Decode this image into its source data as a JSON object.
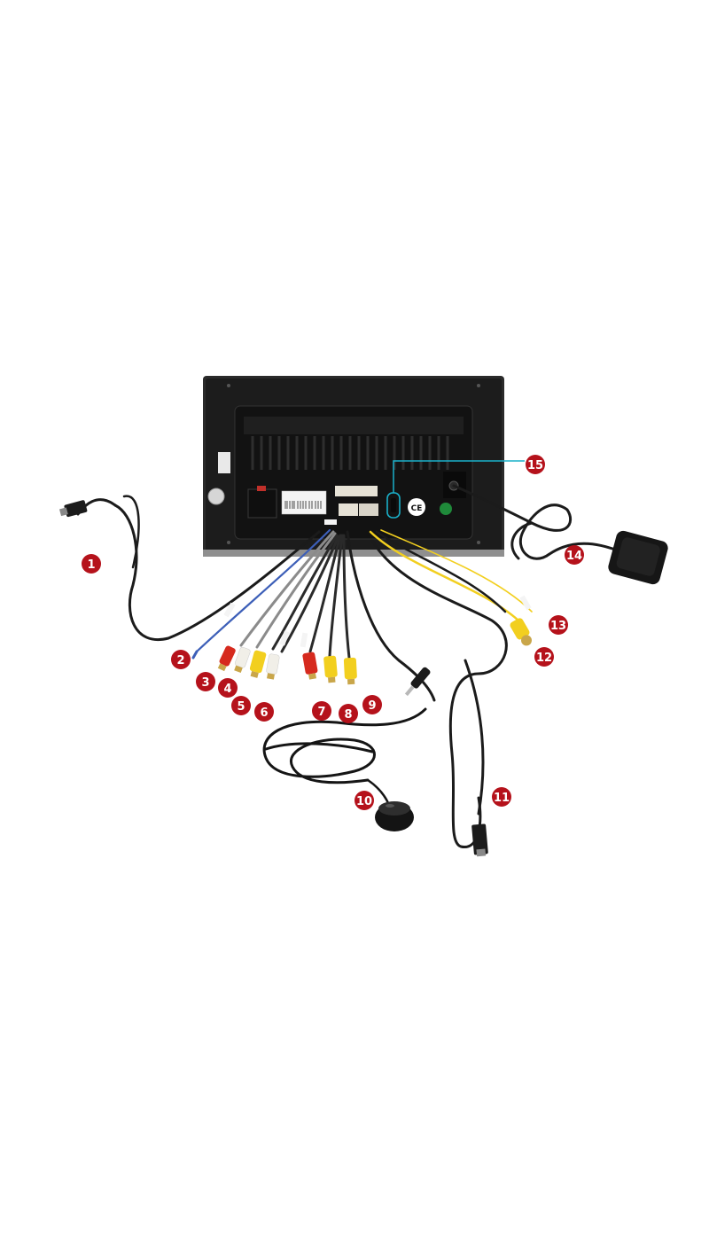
{
  "product": {
    "ce_mark": "CE",
    "callouts": [
      {
        "id": 1,
        "label": "1"
      },
      {
        "id": 2,
        "label": "2"
      },
      {
        "id": 3,
        "label": "3"
      },
      {
        "id": 4,
        "label": "4"
      },
      {
        "id": 5,
        "label": "5"
      },
      {
        "id": 6,
        "label": "6"
      },
      {
        "id": 7,
        "label": "7"
      },
      {
        "id": 8,
        "label": "8"
      },
      {
        "id": 9,
        "label": "9"
      },
      {
        "id": 10,
        "label": "10"
      },
      {
        "id": 11,
        "label": "11"
      },
      {
        "id": 12,
        "label": "12"
      },
      {
        "id": 13,
        "label": "13"
      },
      {
        "id": 14,
        "label": "14"
      },
      {
        "id": 15,
        "label": "15"
      }
    ],
    "colors": {
      "badge": "#b5121b",
      "highlight": "#1ab0c9",
      "rca_red": "#d62a1e",
      "rca_yellow": "#f2cf1f",
      "rca_white": "#f1efe8",
      "cable_black": "#1b1b1b",
      "cable_blue": "#3d5fb8",
      "cable_gray": "#8b8b8b",
      "unit_body": "#1c1c1c"
    }
  }
}
